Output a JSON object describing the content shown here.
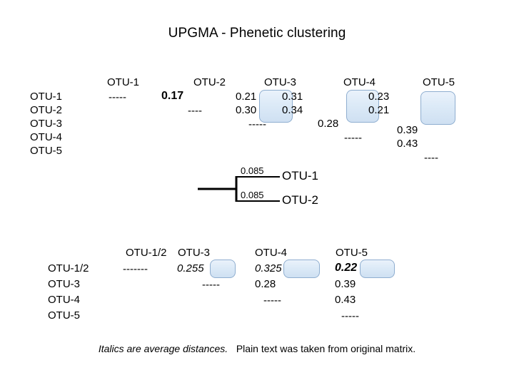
{
  "slide": {
    "title": "UPGMA - Phenetic clustering",
    "footnote_italic": "Italics are average distances.",
    "footnote_plain": "Plain text was taken from original matrix.",
    "highlight_color": "#cfe0f2",
    "highlight_border": "#8faed0"
  },
  "matrix1": {
    "name": "original-distance-matrix",
    "columns": [
      "OTU-1",
      "OTU-2",
      "OTU-3",
      "OTU-4",
      "OTU-5"
    ],
    "rows": [
      "OTU-1",
      "OTU-2",
      "OTU-3",
      "OTU-4",
      "OTU-5"
    ],
    "values": {
      "r1c1": "-----",
      "r1c2": "0.17",
      "r1c3a": "0.21",
      "r1c3b": "0.31",
      "r1c4": "0.23",
      "r2c2": "----",
      "r2c3a": "0.30",
      "r2c3b": "0.34",
      "r2c4": "0.21",
      "r3c3": "-----",
      "r3c4": "0.28",
      "r3c5": "0.39",
      "r4c4": "-----",
      "r4c5": "0.43",
      "r5c5": "----"
    }
  },
  "tree": {
    "name": "upgma-dendrogram",
    "branch_lengths": [
      "0.085",
      "0.085"
    ],
    "leaves": [
      "OTU-1",
      "OTU-2"
    ]
  },
  "matrix2": {
    "name": "reduced-distance-matrix",
    "columns": [
      "OTU-1/2",
      "OTU-3",
      "OTU-4",
      "OTU-5"
    ],
    "rows": [
      "OTU-1/2",
      "OTU-3",
      "OTU-4",
      "OTU-5"
    ],
    "values": {
      "r1c1": "-------",
      "r1c2": "0.255",
      "r1c3": "0.325",
      "r1c4": "0.22",
      "r2c2": "-----",
      "r2c3": "0.28",
      "r2c4": "0.39",
      "r3c3": "-----",
      "r3c4": "0.43",
      "r4c4": "-----"
    }
  }
}
